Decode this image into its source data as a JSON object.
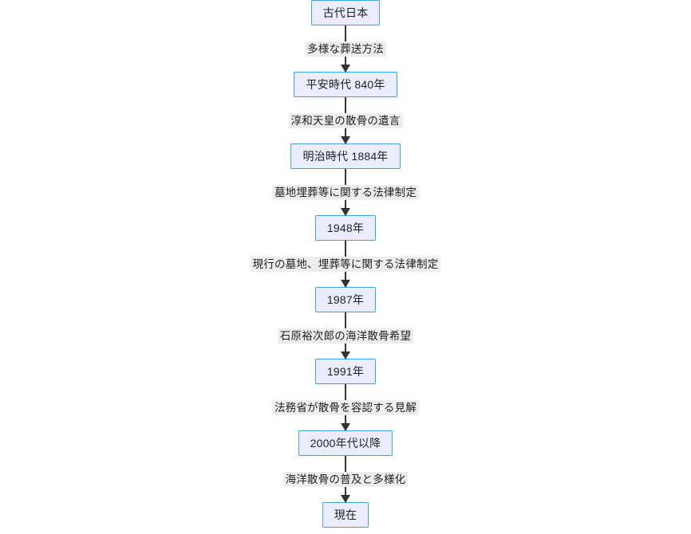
{
  "diagram": {
    "type": "flowchart",
    "direction": "top-to-bottom",
    "language": "ja",
    "background_color": "#ffffff",
    "node_fill_color": "#ECECFF",
    "node_border_color": "#3AA5E0",
    "edge_color": "#333333",
    "edge_label_background": "#ededed",
    "nodes": [
      {
        "id": "n1",
        "label": "古代日本"
      },
      {
        "id": "n2",
        "label": "平安時代 840年"
      },
      {
        "id": "n3",
        "label": "明治時代 1884年"
      },
      {
        "id": "n4",
        "label": "1948年"
      },
      {
        "id": "n5",
        "label": "1987年"
      },
      {
        "id": "n6",
        "label": "1991年"
      },
      {
        "id": "n7",
        "label": "2000年代以降"
      },
      {
        "id": "n8",
        "label": "現在"
      }
    ],
    "edges": [
      {
        "from": "n1",
        "to": "n2",
        "label": "多様な葬送方法"
      },
      {
        "from": "n2",
        "to": "n3",
        "label": "淳和天皇の散骨の遺言"
      },
      {
        "from": "n3",
        "to": "n4",
        "label": "墓地埋葬等に関する法律制定"
      },
      {
        "from": "n4",
        "to": "n5",
        "label": "現行の墓地、埋葬等に関する法律制定"
      },
      {
        "from": "n5",
        "to": "n6",
        "label": "石原裕次郎の海洋散骨希望"
      },
      {
        "from": "n6",
        "to": "n7",
        "label": "法務省が散骨を容認する見解"
      },
      {
        "from": "n7",
        "to": "n8",
        "label": "海洋散骨の普及と多様化"
      }
    ]
  }
}
